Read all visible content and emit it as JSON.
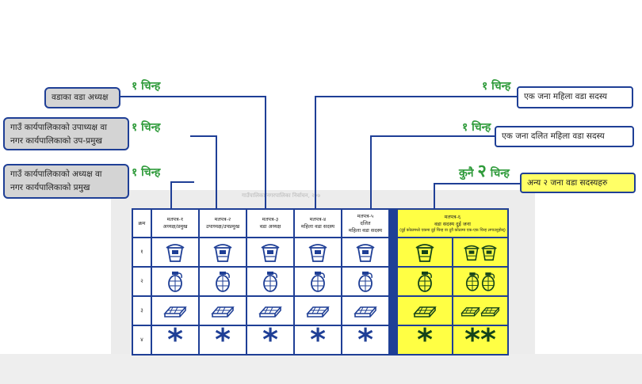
{
  "callouts": {
    "ward_chair": {
      "text": "वडाका वडा अध्यक्ष",
      "tag": "१ चिन्ह"
    },
    "deputy": {
      "line1": "गाउँ कार्यपालिकाको उपाध्यक्ष वा",
      "line2": "नगर कार्यपालिकाको उप-प्रमुख",
      "tag": "१ चिन्ह"
    },
    "chief": {
      "line1": "गाउँ कार्यपालिकाको अध्यक्ष वा",
      "line2": "नगर कार्यपालिकाको प्रमुख",
      "tag": "१ चिन्ह"
    },
    "woman_member": {
      "text": "एक जना महिला वडा सदस्य",
      "tag": "१ चिन्ह"
    },
    "dalit_woman": {
      "text": "एक जना दलित महिला वडा सदस्य",
      "tag": "१ चिन्ह"
    },
    "other_two": {
      "text": "अन्य २ जना वडा सदस्यहरु",
      "tag_prefix": "कुनै",
      "tag_number": "२",
      "tag_suffix": "चिन्ह"
    }
  },
  "ballot": {
    "paper_title": "गाउँपालिका/नगरपालिका निर्वाचन, २०७",
    "corner_header": "क्रम",
    "columns": [
      {
        "l1": "मतपत्र-१",
        "l2": "अध्यक्ष/प्रमुख"
      },
      {
        "l1": "मतपत्र-२",
        "l2": "उपाध्यक्ष/उपप्रमुख"
      },
      {
        "l1": "मतपत्र-३",
        "l2": "वडा अध्यक्ष"
      },
      {
        "l1": "मतपत्र-४",
        "l2": "महिला वडा सदस्य"
      },
      {
        "l1": "मतपत्र-५",
        "l2": "दलित",
        "l3": "महिला वडा सदस्य"
      }
    ],
    "yellow_header": {
      "l1": "मतपत्र-६",
      "l2": "वडा सदस्य दुई जना",
      "l3": "(दुई कोठामध्ये एकमा दुई चिन्ह वा दुवै कोठामा एक-एक चिन्ह लगाउनुहोस्)"
    },
    "row_numbers": [
      "१",
      "२",
      "३",
      "४"
    ],
    "symbols": [
      "bucket-icon",
      "grenade-icon",
      "stacked-bundle-icon",
      "star-icon"
    ],
    "star_glyph": "*"
  },
  "colors": {
    "accent_blue": "#1f3f96",
    "tag_green": "#2f9b3b",
    "highlight_yellow": "#ffff44"
  }
}
